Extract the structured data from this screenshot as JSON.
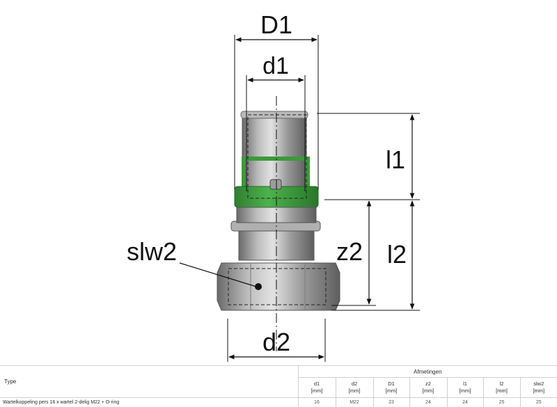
{
  "drawing": {
    "labels": {
      "D1": "D1",
      "d1": "d1",
      "l1": "l1",
      "z2": "z2",
      "l2": "l2",
      "slw2": "slw2",
      "d2": "d2"
    },
    "colors": {
      "green_ring": "#3a9a3a",
      "metal_dark": "#6f6f6f",
      "metal_light": "#c8c8c8",
      "line": "#111111"
    }
  },
  "table": {
    "type_header": "Type",
    "group_header": "Afmetingen",
    "columns": [
      {
        "name": "d1",
        "unit": "[mm]"
      },
      {
        "name": "d2",
        "unit": "[mm]"
      },
      {
        "name": "D1",
        "unit": "[mm]"
      },
      {
        "name": "z2",
        "unit": "[mm]"
      },
      {
        "name": "l1",
        "unit": "[mm]"
      },
      {
        "name": "l2",
        "unit": "[mm]"
      },
      {
        "name": "slw2",
        "unit": "[mm]"
      }
    ],
    "rows": [
      {
        "type": "Wartelkoppeling pers 16 x wartel 2-delig M22 + O-ring",
        "values": [
          "16",
          "M22",
          "23",
          "24",
          "24",
          "25",
          "25"
        ]
      }
    ]
  }
}
